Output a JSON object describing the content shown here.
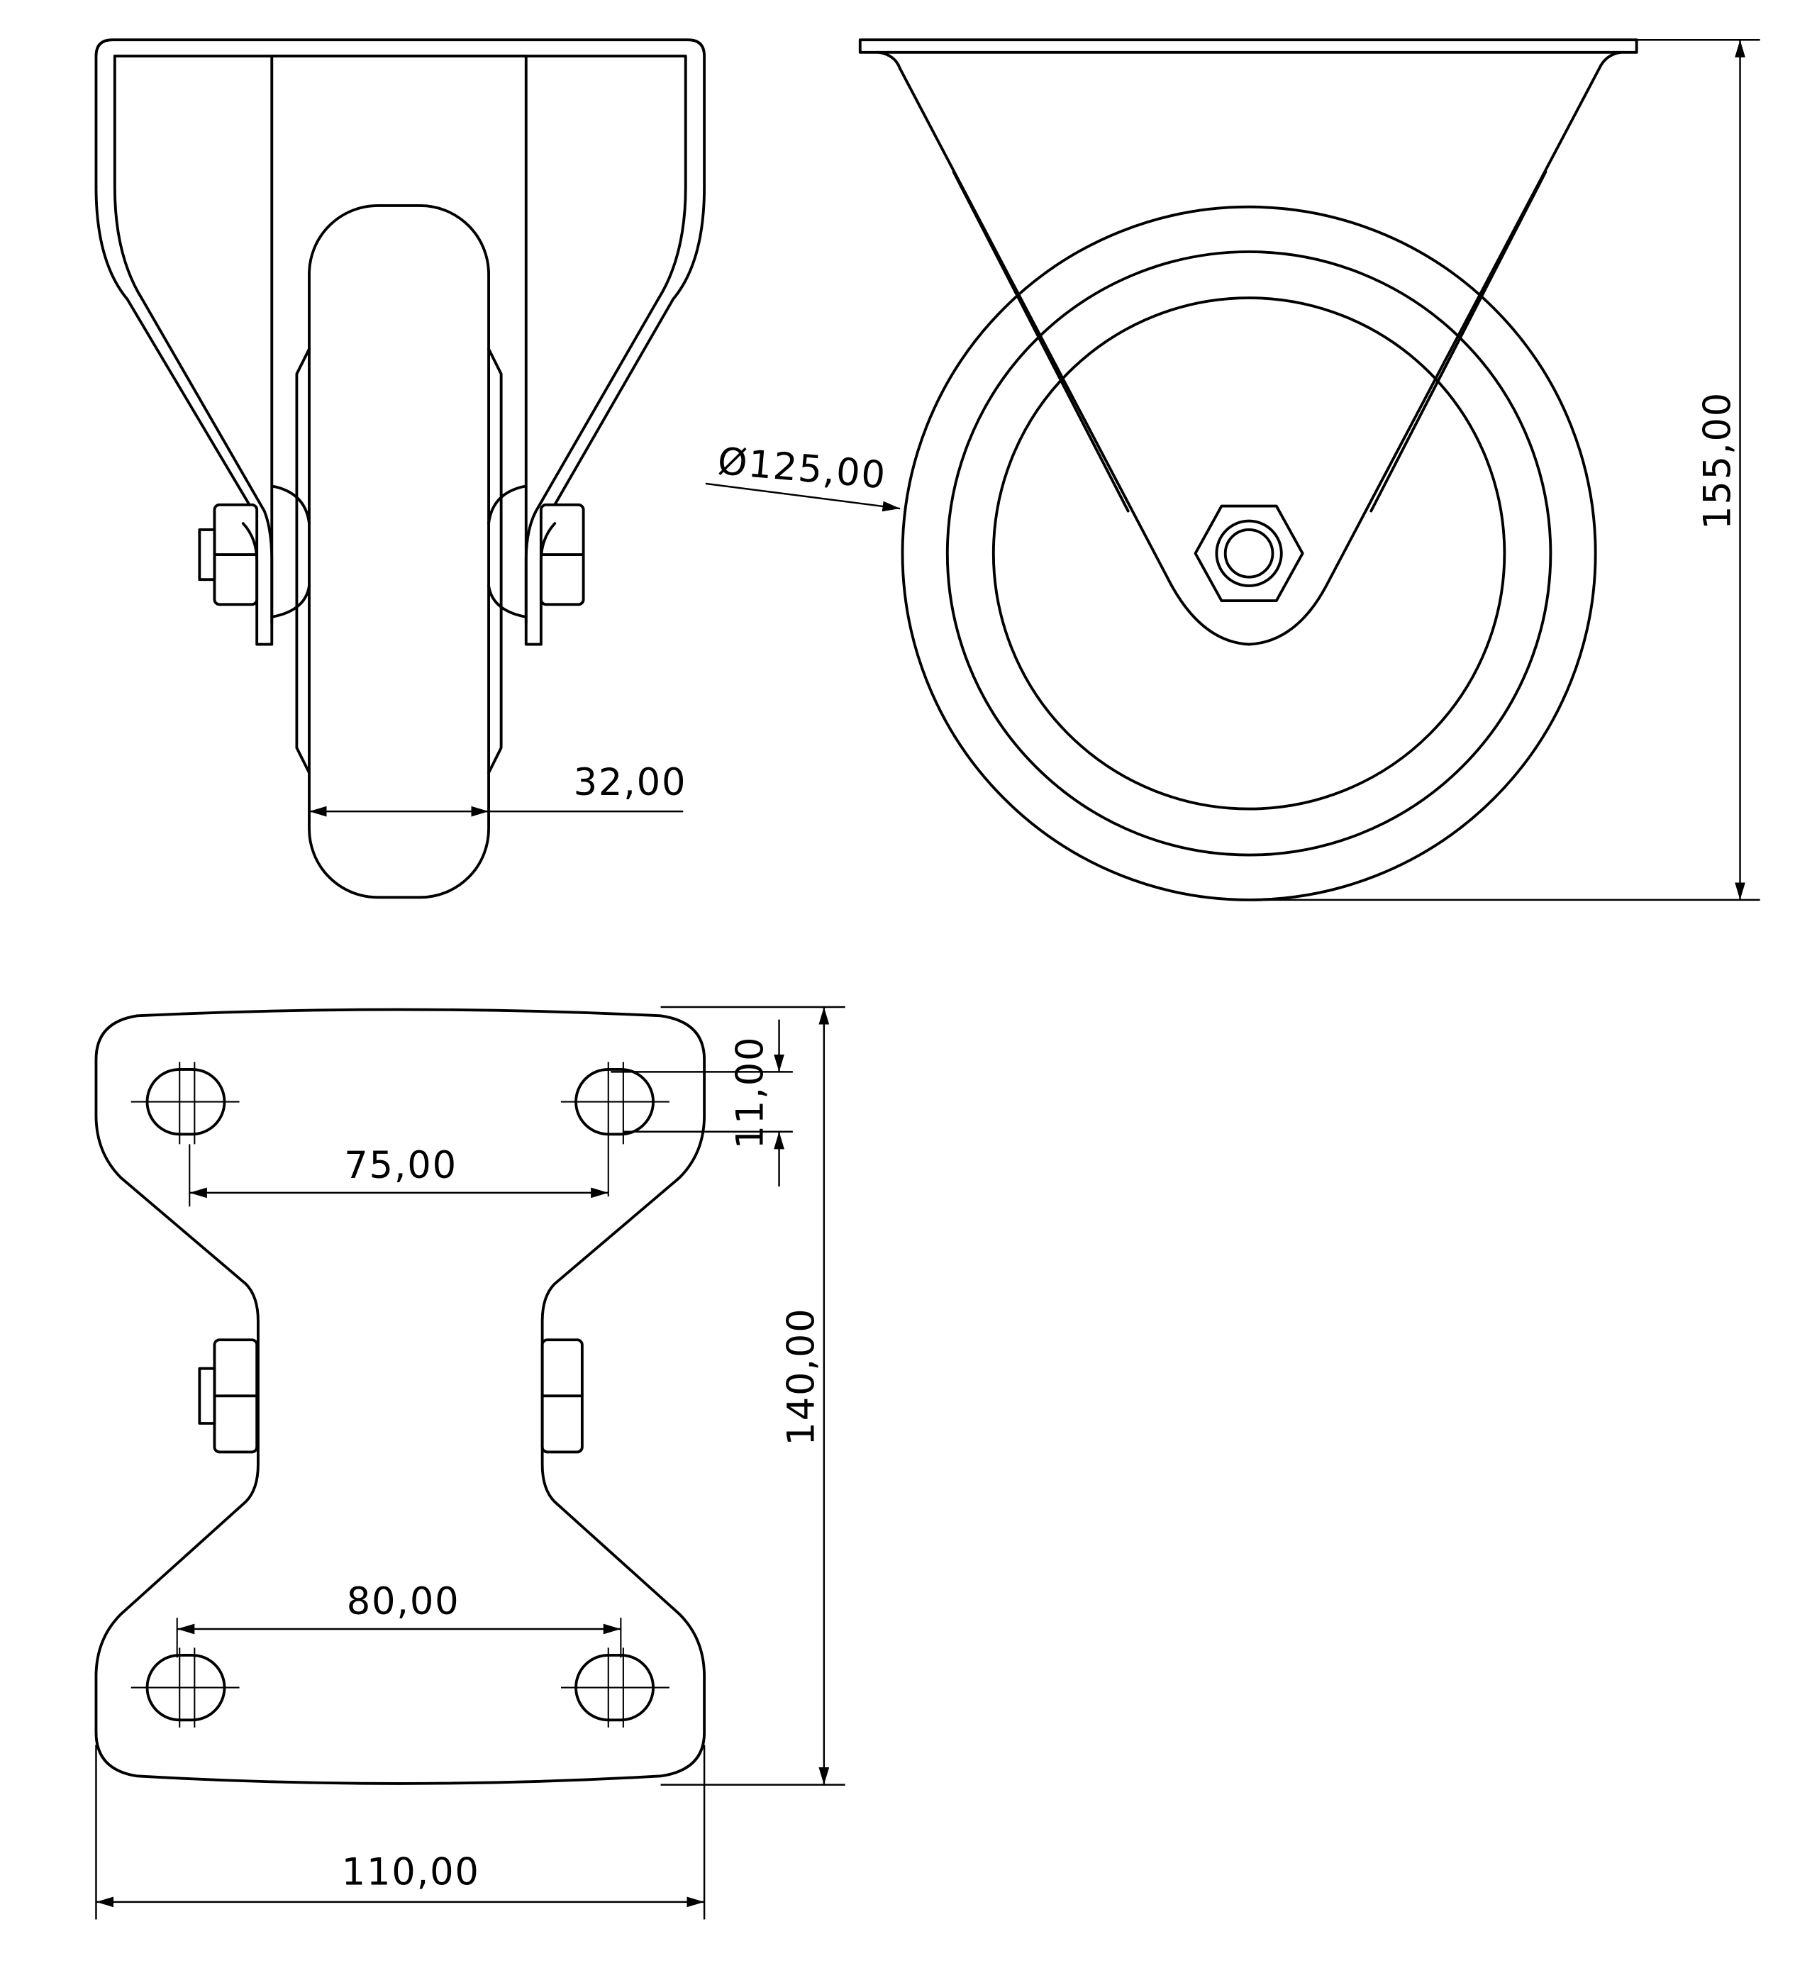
{
  "title": "Fixed castor technical drawing",
  "dimensions": {
    "wheel_width": "32,00",
    "wheel_diameter": "Ø125,00",
    "overall_height": "155,00",
    "hole_size": "11,00",
    "hole_spacing_top": "75,00",
    "plate_length": "140,00",
    "hole_spacing_bottom": "80,00",
    "plate_width": "110,00"
  },
  "colors": {
    "line": "#000000",
    "background": "#ffffff"
  }
}
